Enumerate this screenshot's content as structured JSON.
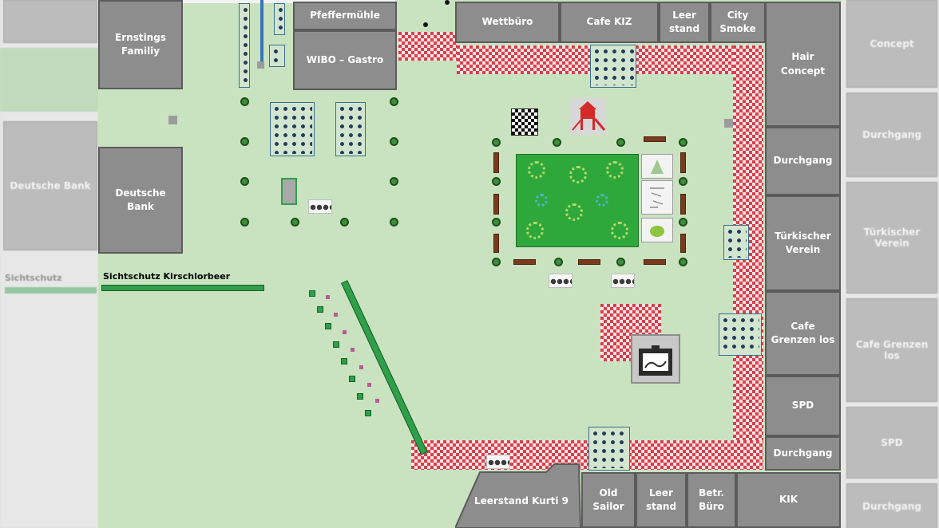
{
  "buildings": {
    "ernstings": "Ernstings Familiy",
    "deutsche_bank": "Deutsche Bank",
    "pfeffermuehle": "Pfeffermühle",
    "wibo": "WIBO – Gastro",
    "wettbuero": "Wettbüro",
    "cafe_kiz": "Cafe KIZ",
    "leerstand_top": "Leer stand",
    "city_smoke": "City Smoke",
    "hair_concept": "Hair Concept",
    "durchgang_1": "Durchgang",
    "tuerkischer_verein": "Türkischer Verein",
    "cafe_grenzenlos": "Cafe Grenzen los",
    "spd": "SPD",
    "durchgang_2": "Durchgang",
    "leerstand_kurti": "Leerstand Kurti 9",
    "old_sailor": "Old Sailor",
    "leerstand_bottom": "Leer stand",
    "betr_buero": "Betr. Büro",
    "kik": "KIK"
  },
  "hedge_label": "Sichtschutz Kirschlorbeer",
  "background_labels": {
    "left_1": "Deutsche Bank",
    "left_2": "Sichtschutz",
    "right_1": "Concept",
    "right_2": "Durchgang",
    "right_3": "Türkischer Verein",
    "right_4": "Cafe Grenzen los",
    "right_5": "SPD",
    "right_6": "Durchgang"
  },
  "colors": {
    "lawn": "#c9e3c0",
    "paving": "#d9404b",
    "building": "#8d8d8d",
    "tree": "#3f8f3a",
    "hedge": "#2f9f49",
    "bench": "#7a3b1c",
    "playground": "#d42a2a"
  },
  "icons": [
    "playground-icon",
    "chess-board-icon",
    "fountain-icon",
    "tree-icon",
    "bench-icon",
    "table-set-icon",
    "bike-rack-icon"
  ]
}
